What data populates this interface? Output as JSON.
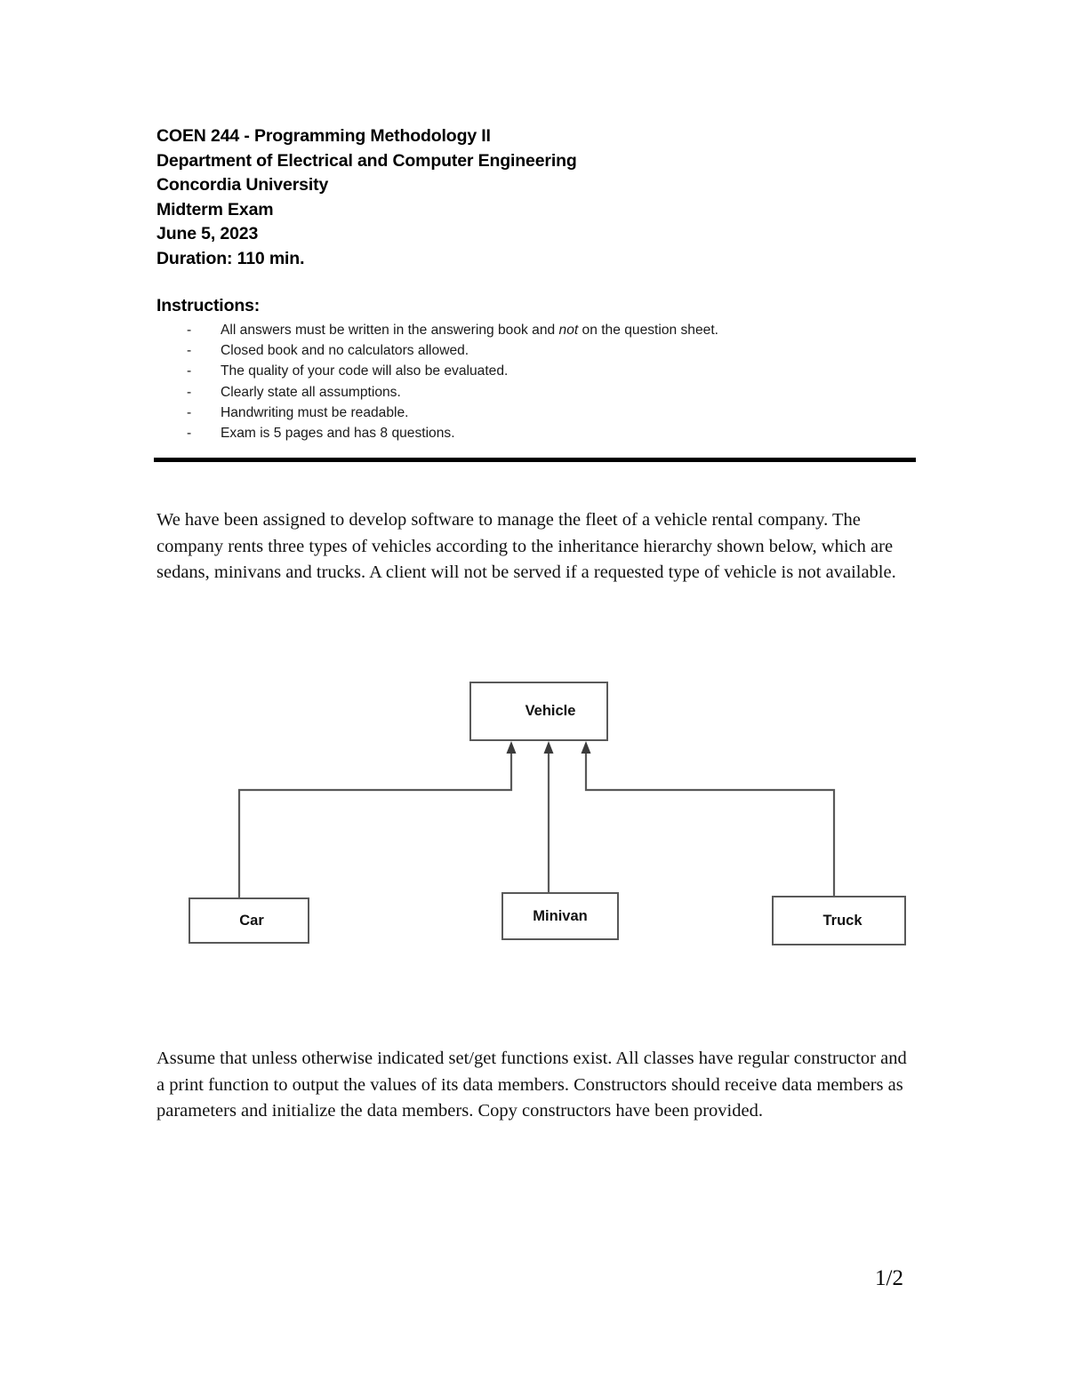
{
  "document": {
    "header": {
      "lines": [
        "COEN 244 - Programming Methodology II",
        "Department of Electrical and Computer Engineering",
        "Concordia University",
        "Midterm Exam",
        "June 5, 2023",
        "Duration: 110 min."
      ]
    },
    "instructions": {
      "title": "Instructions:",
      "bullet": "-",
      "items": [
        {
          "before": "All answers must be written in the answering book and ",
          "emphasis": "not",
          "after": " on the question sheet."
        },
        {
          "before": "Closed book and no calculators allowed.",
          "emphasis": "",
          "after": ""
        },
        {
          "before": "The quality of your code will also be evaluated.",
          "emphasis": "",
          "after": ""
        },
        {
          "before": "Clearly state all assumptions.",
          "emphasis": "",
          "after": ""
        },
        {
          "before": "Handwriting must be readable.",
          "emphasis": "",
          "after": ""
        },
        {
          "before": "Exam is 5 pages and has 8 questions.",
          "emphasis": "",
          "after": ""
        }
      ]
    },
    "body": {
      "intro_paragraph": "We have been assigned to develop software to manage the fleet of a vehicle rental company. The company rents three types of vehicles according to the inheritance hierarchy shown below, which are sedans, minivans and trucks. A client will not be served if a requested type of vehicle is not available.",
      "assume_paragraph": "Assume that unless otherwise indicated set/get functions exist. All classes have regular constructor and a print function to output the values of its data members. Constructors should receive data members as parameters and initialize the data members. Copy constructors have been provided."
    },
    "diagram": {
      "type": "inheritance-hierarchy",
      "base_class": "Vehicle",
      "derived_classes": [
        "Car",
        "Minivan",
        "Truck"
      ],
      "nodes": [
        {
          "label": "Vehicle"
        },
        {
          "label": "Car"
        },
        {
          "label": "Minivan"
        },
        {
          "label": "Truck"
        }
      ],
      "line_color": "#595959",
      "box_border_color": "#595959",
      "box_fill_color": "#ffffff"
    },
    "footer": {
      "page_number": "1/2"
    }
  }
}
